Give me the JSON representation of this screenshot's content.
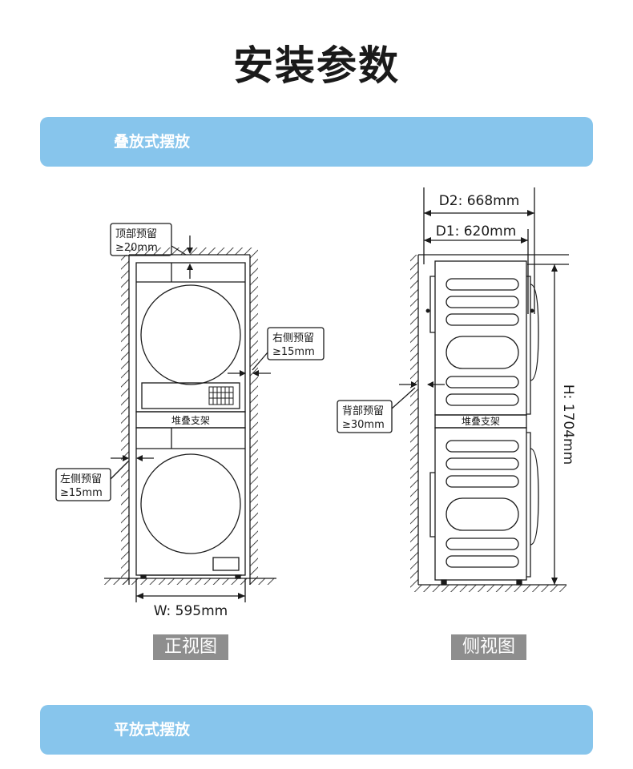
{
  "page_title": "安装参数",
  "sections": {
    "stacked_label": "叠放式摆放",
    "flat_label": "平放式摆放"
  },
  "front_view": {
    "caption": "正视图",
    "top_clearance": {
      "label": "顶部预留",
      "value": "≥20mm"
    },
    "right_clearance": {
      "label": "右侧预留",
      "value": "≥15mm"
    },
    "left_clearance": {
      "label": "左侧预留",
      "value": "≥15mm"
    },
    "stack_bracket": "堆叠支架",
    "width": "W: 595mm"
  },
  "side_view": {
    "caption": "侧视图",
    "d2": "D2: 668mm",
    "d1": "D1: 620mm",
    "back_clearance": {
      "label": "背部预留",
      "value": "≥30mm"
    },
    "stack_bracket": "堆叠支架",
    "height": "H: 1704mm"
  },
  "colors": {
    "section_bar": "#87c5ec",
    "caption_bg": "#8e8e8e",
    "line": "#1a1a1a"
  }
}
